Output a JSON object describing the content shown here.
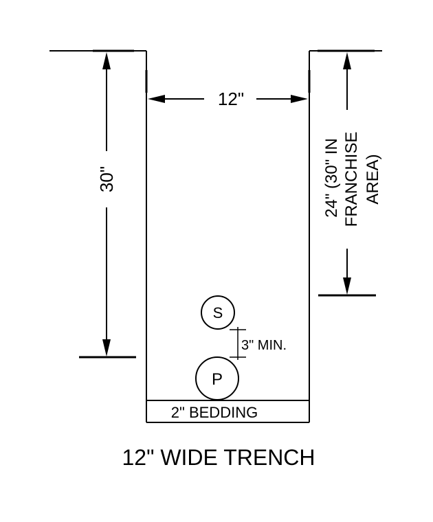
{
  "width_label": "12\"",
  "depth_label": "30\"",
  "franchise_label_line1": "24\" (30\" IN",
  "franchise_label_line2": "FRANCHISE",
  "franchise_label_line3": "AREA)",
  "upper_pipe_label": "S",
  "lower_pipe_label": "P",
  "separation_label": "3\" MIN.",
  "bedding_label": "2\" BEDDING",
  "title": "12\" WIDE TRENCH"
}
